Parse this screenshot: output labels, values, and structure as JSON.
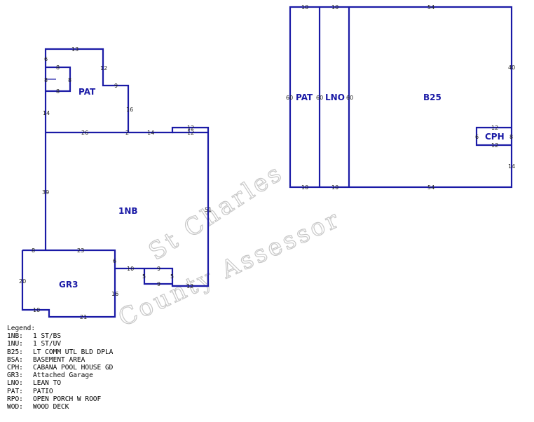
{
  "watermark": {
    "line1": "St Charles",
    "line2": "County Assessor"
  },
  "areas": {
    "pat_left": "PAT",
    "nb": "1NB",
    "gr3": "GR3",
    "pat_right": "PAT",
    "lno": "LNO",
    "b25": "B25",
    "cph": "CPH"
  },
  "dims": {
    "pat_top": "13",
    "pat_left_upper": "6",
    "pat_notch_top": "8",
    "pat_notch_left": "8",
    "pat_notch_right": "8",
    "pat_notch_bottom": "8",
    "pat_right_upper": "12",
    "pat_step": "9",
    "pat_right_lower": "16",
    "pat_left_lower": "14",
    "pat_bottom": "26",
    "pat_step2": "2",
    "nb_top": "14",
    "nb_step1": "12",
    "nb_step2": "12",
    "nb_left": "39",
    "nb_right": "51",
    "gr_top_left": "8",
    "gr_top": "23",
    "gr_left": "20",
    "gr_right_upper": "6",
    "gr_right": "16",
    "gr_bottom_left": "10",
    "gr_bottom": "21",
    "ext_top": "10",
    "ext_top2": "9",
    "ext_side_left": "5",
    "ext_side_right": "5",
    "ext_bottom": "9",
    "ext_bottom2": "12",
    "pr_top": "10",
    "lno_top": "10",
    "b25_top": "54",
    "pr_left": "60",
    "lno_left": "60",
    "b25_left": "60",
    "b25_right": "40",
    "cph_top": "12",
    "cph_left": "6",
    "cph_right": "8",
    "cph_bottom": "12",
    "b25_right_lower": "14",
    "pr_bottom": "10",
    "lno_bottom": "10",
    "b25_bottom": "54"
  },
  "legend": {
    "title": "Legend:",
    "items": [
      {
        "code": "1NB:",
        "desc": "1 ST/BS"
      },
      {
        "code": "1NU:",
        "desc": "1 ST/UV"
      },
      {
        "code": "B25:",
        "desc": "LT COMM UTL BLD DPLA"
      },
      {
        "code": "BSA:",
        "desc": "BASEMENT AREA"
      },
      {
        "code": "CPH:",
        "desc": "CABANA POOL HOUSE GD"
      },
      {
        "code": "GR3:",
        "desc": "Attached Garage"
      },
      {
        "code": "LNO:",
        "desc": "LEAN TO"
      },
      {
        "code": "PAT:",
        "desc": "PATIO"
      },
      {
        "code": "RPO:",
        "desc": "OPEN PORCH W ROOF"
      },
      {
        "code": "WOD:",
        "desc": "WOOD DECK"
      }
    ]
  }
}
